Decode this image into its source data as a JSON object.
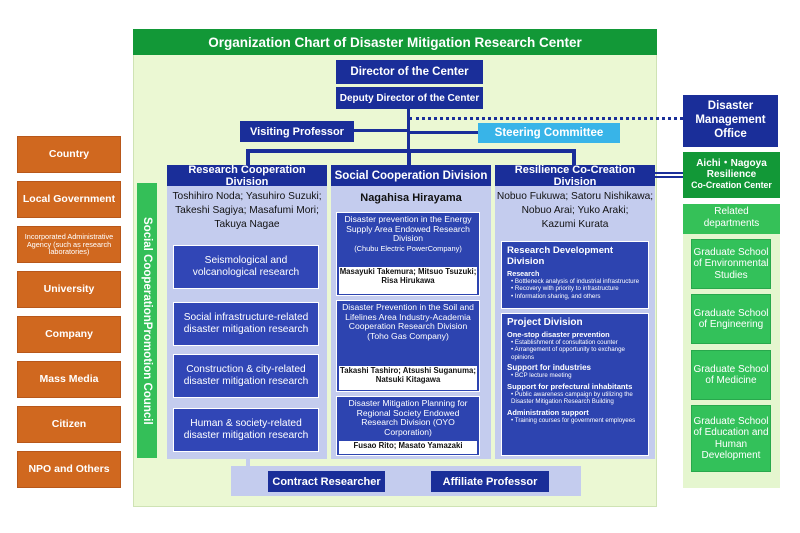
{
  "title": "Organization Chart of Disaster Mitigation Research Center",
  "director": "Director of the Center",
  "deputy_director": "Deputy Director of the Center",
  "visiting_professor": "Visiting Professor",
  "steering_committee": "Steering Committee",
  "left_entities": [
    "Country",
    "Local Government",
    "Incorporated Administrative Agency (such as research laboratories)",
    "University",
    "Company",
    "Mass Media",
    "Citizen",
    "NPO and Others"
  ],
  "council": "Social CooperationPromotion Council",
  "research_division": {
    "title": "Research Cooperation Division",
    "names": [
      "Toshihiro Noda; Yasuhiro Suzuki;",
      "Takeshi Sagiya; Masafumi Mori;",
      "Takuya Nagae"
    ],
    "units": [
      "Seismological and volcanological research",
      "Social infrastructure-related disaster mitigation research",
      "Construction & city-related disaster mitigation research",
      "Human & society-related disaster mitigation research"
    ]
  },
  "social_division": {
    "title": "Social Cooperation Division",
    "head": "Nagahisa Hirayama",
    "units": [
      {
        "title": "Disaster prevention in the Energy Supply Area Endowed Research Division",
        "sponsor": "(Chubu Electric PowerCompany)",
        "names": [
          "Masayuki Takemura; Mitsuo Tsuzuki;",
          "Risa Hirukawa"
        ]
      },
      {
        "title": "Disaster Prevention in the Soil and Lifelines Area Industry-Academia Cooperation Research Division",
        "sponsor": "(Toho Gas Company)",
        "names": [
          "Takashi Tashiro; Atsushi Suganuma;",
          "Natsuki Kitagawa"
        ]
      },
      {
        "title": "Disaster Mitigation Planning for Regional Society Endowed Research Division (OYO Corporation)",
        "sponsor": "",
        "names": [
          "Fusao Rito; Masato Yamazaki"
        ]
      }
    ]
  },
  "resilience_division": {
    "title": "Resilience Co-Creation Division",
    "names": [
      "Nobuo Fukuwa; Satoru Nishikawa;",
      "Nobuo Arai; Yuko Araki;",
      "Kazumi Kurata"
    ],
    "research_dev": {
      "title": "Research Development Division",
      "subtitle": "Research",
      "items": [
        "• Bottleneck analysis of industrial infrastructure",
        "• Recovery with priority to infrastructure",
        "• Information sharing, and others"
      ]
    },
    "project": {
      "title": "Project Division",
      "sections": [
        {
          "heading": "One-stop disaster prevention",
          "items": [
            "• Establishment of consultation counter",
            "• Arrangement of opportunity to exchange opinions"
          ]
        },
        {
          "heading": "Support for industries",
          "items": [
            "• BCP lecture meeting"
          ]
        },
        {
          "heading": "Support for prefectural inhabitants",
          "items": [
            "• Public awareness campaign by utilizing the Disaster Mitigation Research Building"
          ]
        },
        {
          "heading": "Administration support",
          "items": [
            "• Training courses for government employees"
          ]
        }
      ]
    }
  },
  "contract_researcher": "Contract Researcher",
  "affiliate_professor": "Affiliate Professor",
  "disaster_office": "Disaster Management Office",
  "aichi_nagoya": [
    "Aichi・Nagoya",
    "Resilience",
    "Co-Creation Center"
  ],
  "related_departments": [
    "Related",
    "departments"
  ],
  "schools": [
    "Graduate School of Environmental Studies",
    "Graduate School of Engineering",
    "Graduate School of Medicine",
    "Graduate School of Education and Human Development"
  ]
}
